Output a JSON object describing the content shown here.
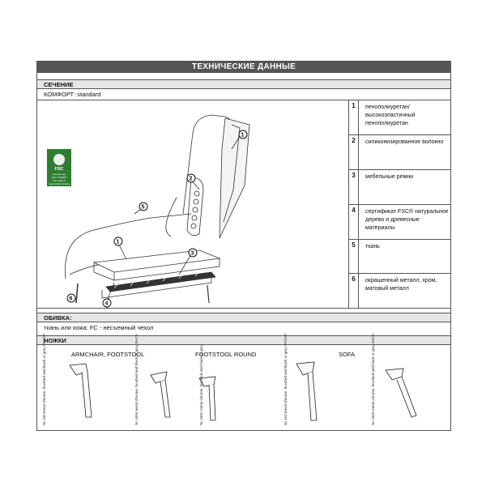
{
  "header": {
    "title": "ТЕХНИЧЕСКИЕ ДАННЫЕ"
  },
  "section_cross": {
    "label": "СЕЧЕНИЕ",
    "comfort_line": "КОМФОРТ: standard"
  },
  "fsc_badge": {
    "mark": "FSC",
    "site": "www.fsc.org",
    "code": "FSC C109087",
    "caption": "The mark of responsible forestry"
  },
  "callouts": [
    "1",
    "2",
    "5",
    "1",
    "3",
    "6",
    "4"
  ],
  "specs": [
    {
      "num": "1",
      "text": "пенополиуретан/ высокоэластичный пенополиуретан"
    },
    {
      "num": "2",
      "text": "силиконизированное волокно"
    },
    {
      "num": "3",
      "text": "мебельные ремни"
    },
    {
      "num": "4",
      "text": "сертификат FSC® натуральное дерево и древесные материалы"
    },
    {
      "num": "5",
      "text": "ткань"
    },
    {
      "num": "6",
      "text": "окрашенный металл, хром, матовый металл"
    }
  ],
  "section_upholstery": {
    "label": "ОБИВКА:",
    "line": "ткань или кожа: FC - несъемный чехол"
  },
  "section_legs": {
    "label": "НОЖКИ",
    "groups": [
      {
        "title": "ARMCHAIR, FOOTSTOOL",
        "notes": [
          "№ 160 metal chrome, brushed and black or grey FRONT",
          "№ 160A metal chrome, brushed and black or grey BACK"
        ]
      },
      {
        "title": "FOOTSTOOL ROUND",
        "notes": [
          "№ 160C metal chrome, brushed and black or grey"
        ]
      },
      {
        "title": "SOFA",
        "notes": [
          "№ 163 metal chrome, brushed and black or grey FRONT",
          "№ 160D metal chrome, brushed and black or grey BACK"
        ]
      }
    ]
  }
}
